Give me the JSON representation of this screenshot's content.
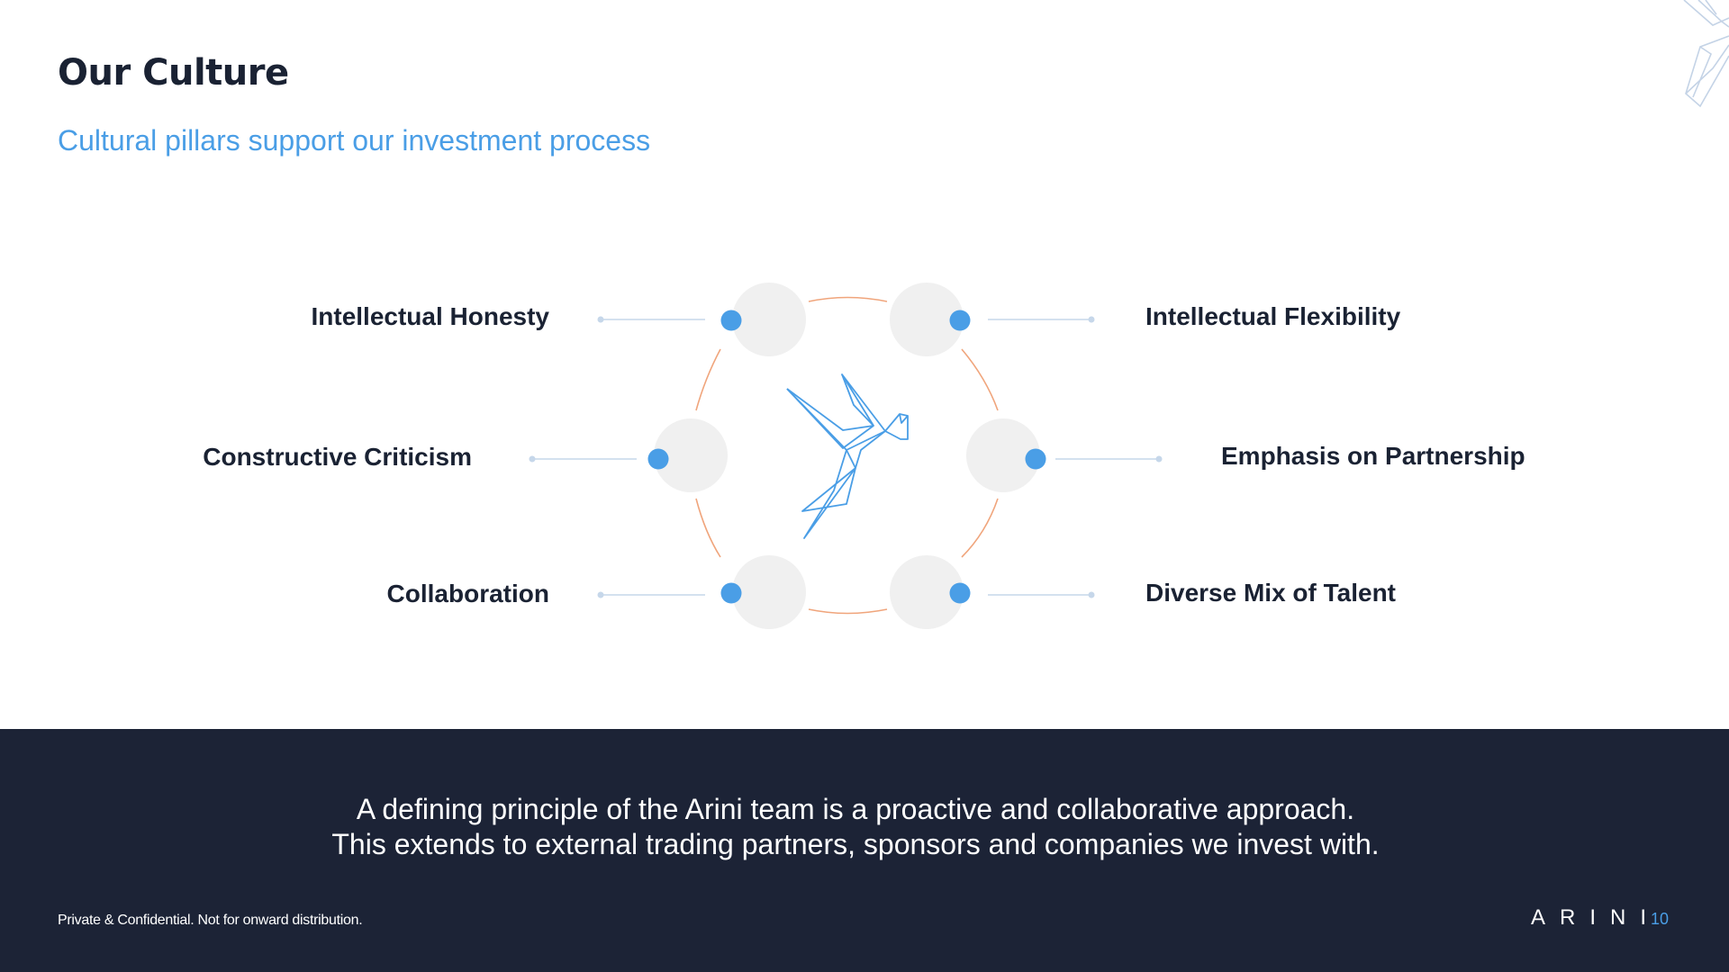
{
  "header": {
    "title": "Our Culture",
    "subtitle": "Cultural pillars support our investment process"
  },
  "pillars": {
    "top_left": "Intellectual Honesty",
    "top_right": "Intellectual Flexibility",
    "middle_left": "Constructive Criticism",
    "middle_right": "Emphasis on Partnership",
    "bottom_left": "Collaboration",
    "bottom_right": "Diverse Mix of Talent"
  },
  "footer": {
    "statement_line1": "A defining principle of the Arini team is a proactive and collaborative approach.",
    "statement_line2": "This extends to external trading partners, sponsors and companies we invest with.",
    "confidential": "Private & Confidential. Not for onward distribution.",
    "brand": "ARINI",
    "page_number": "10"
  },
  "colors": {
    "accent_blue": "#4a9ee6",
    "navy": "#1c2336",
    "ring_orange": "#f0a57c",
    "node_grey": "#f0f0f0"
  },
  "icons": {
    "center": "origami-bird-icon",
    "corner": "origami-bird-watermark-icon"
  }
}
